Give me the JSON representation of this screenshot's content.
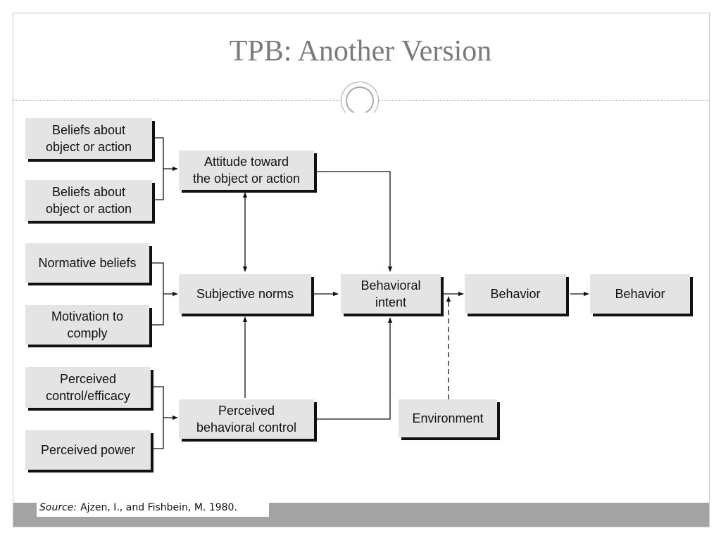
{
  "slide": {
    "title": "TPB: Another Version"
  },
  "diagram": {
    "beliefs_1": "Beliefs about\nobject or action",
    "beliefs_2": "Beliefs about\nobject or action",
    "normative_beliefs": "Normative beliefs",
    "motivation_to_comply": "Motivation to\ncomply",
    "perceived_control_efficacy": "Perceived\ncontrol/efficacy",
    "perceived_power": "Perceived power",
    "attitude": "Attitude toward\nthe object or action",
    "subjective_norms": "Subjective norms",
    "perceived_behavioral_control": "Perceived\nbehavioral control",
    "behavioral_intent": "Behavioral\nintent",
    "behavior_1": "Behavior",
    "behavior_2": "Behavior",
    "environment": "Environment"
  },
  "source": {
    "label": "Source:",
    "text": "Ajzen, I., and Fishbein, M. 1980."
  },
  "colors": {
    "box_fill": "#e4e4e4",
    "box_shadow": "#111111",
    "title": "#7a7a7a",
    "footer_band": "#a3a3a3"
  }
}
